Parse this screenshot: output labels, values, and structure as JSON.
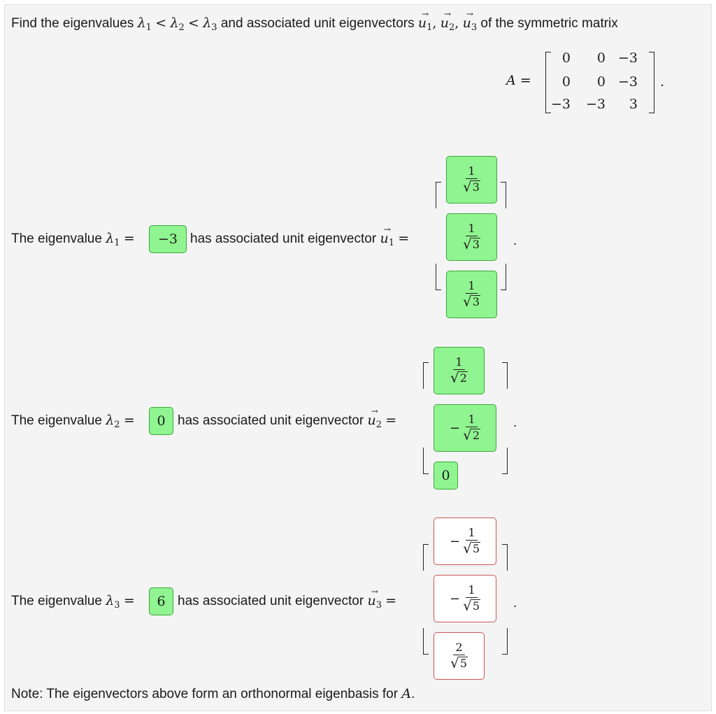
{
  "intro": {
    "find": "Find the eigenvalues",
    "lambda1": "λ",
    "lt": "<",
    "and_assoc": "and associated unit eigenvectors",
    "sep": ",",
    "of_sym": "of the symmetric matrix"
  },
  "matrix": {
    "label": "A =",
    "rows": [
      [
        "0",
        "0",
        "−3"
      ],
      [
        "0",
        "0",
        "−3"
      ],
      [
        "−3",
        "−3",
        "3"
      ]
    ],
    "period": "."
  },
  "rows": [
    {
      "prefix": "The eigenvalue",
      "sub": "1",
      "value": "−3",
      "mid": "has associated unit eigenvector",
      "eq": "=",
      "entries": [
        {
          "sign": "",
          "num": "1",
          "den": "3",
          "status": "correct"
        },
        {
          "sign": "",
          "num": "1",
          "den": "3",
          "status": "correct"
        },
        {
          "sign": "",
          "num": "1",
          "den": "3",
          "status": "correct"
        }
      ]
    },
    {
      "prefix": "The eigenvalue",
      "sub": "2",
      "value": "0",
      "mid": "has associated unit eigenvector",
      "eq": "=",
      "entries": [
        {
          "sign": "",
          "num": "1",
          "den": "2",
          "status": "correct"
        },
        {
          "sign": "−",
          "num": "1",
          "den": "2",
          "status": "correct"
        },
        {
          "plain": "0",
          "status": "correct"
        }
      ]
    },
    {
      "prefix": "The eigenvalue",
      "sub": "3",
      "value": "6",
      "mid": "has associated unit eigenvector",
      "eq": "=",
      "entries": [
        {
          "sign": "−",
          "num": "1",
          "den": "5",
          "status": "incorrect"
        },
        {
          "sign": "−",
          "num": "1",
          "den": "5",
          "status": "incorrect"
        },
        {
          "sign": "",
          "num": "2",
          "den": "5",
          "status": "incorrect"
        }
      ]
    }
  ],
  "note": {
    "text": "Note: The eigenvectors above form an orthonormal eigenbasis for",
    "var": "A",
    "end": "."
  },
  "colors": {
    "correct_bg": "#90f490",
    "correct_border": "#3aa83a",
    "incorrect_border": "#cc5555"
  }
}
